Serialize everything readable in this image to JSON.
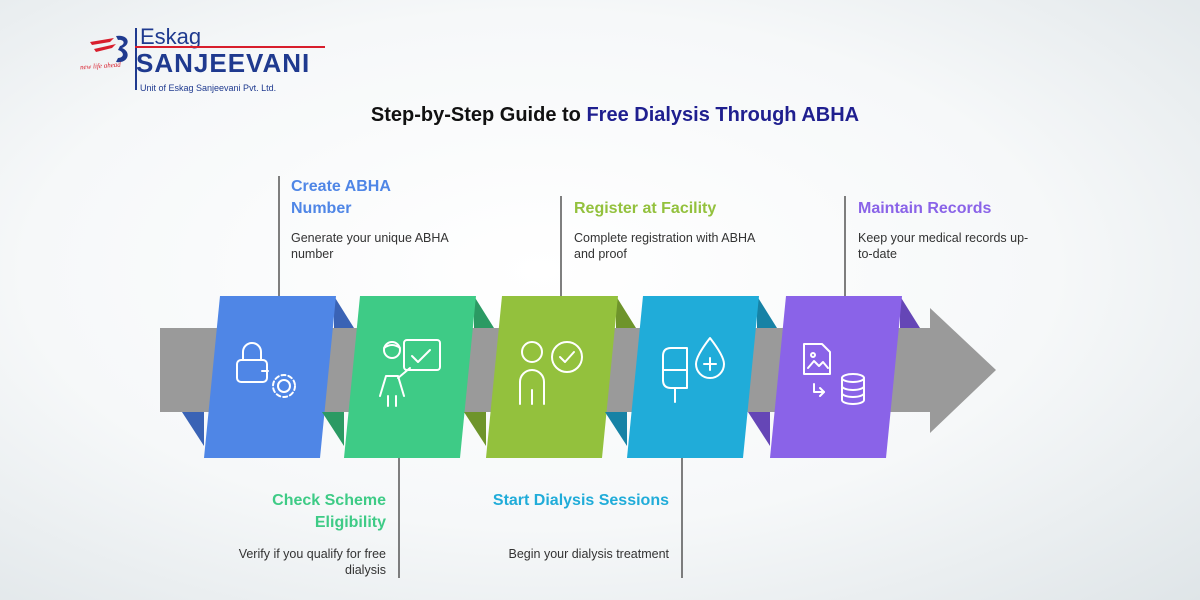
{
  "brand": {
    "top": "Eskag",
    "main": "SANJEEVANI",
    "sub": "Unit of Eskag Sanjeevani Pvt. Ltd.",
    "tagline": "new life ahead",
    "colors": {
      "navy": "#1f3a8f",
      "red": "#d81e2c"
    }
  },
  "title": {
    "part1": "Step-by-Step Guide to ",
    "part2": "Free Dialysis Through ABHA"
  },
  "steps": [
    {
      "title": "Create ABHA Number",
      "desc": "Generate your unique ABHA number",
      "icon": "lock-gear-icon",
      "color": "#4f86e6",
      "shadow": "#3a63b5"
    },
    {
      "title": "Check Scheme Eligibility",
      "desc": "Verify if you qualify for free dialysis",
      "icon": "presenter-check-icon",
      "color": "#3ecb86",
      "shadow": "#2b9a63"
    },
    {
      "title": "Register at Facility",
      "desc": "Complete registration with ABHA and proof",
      "icon": "person-check-icon",
      "color": "#93c13d",
      "shadow": "#6e942b"
    },
    {
      "title": "Start Dialysis Sessions",
      "desc": "Begin your dialysis treatment",
      "icon": "iv-drip-icon",
      "color": "#20acd9",
      "shadow": "#1782a5"
    },
    {
      "title": "Maintain Records",
      "desc": "Keep your medical records up-to-date",
      "icon": "records-database-icon",
      "color": "#8a63e8",
      "shadow": "#6546b6"
    }
  ],
  "colors": {
    "arrow": "#9a9a9a",
    "title_text": [
      "#4f86e6",
      "#3ecb86",
      "#93c13d",
      "#20acd9",
      "#8a63e8"
    ]
  }
}
